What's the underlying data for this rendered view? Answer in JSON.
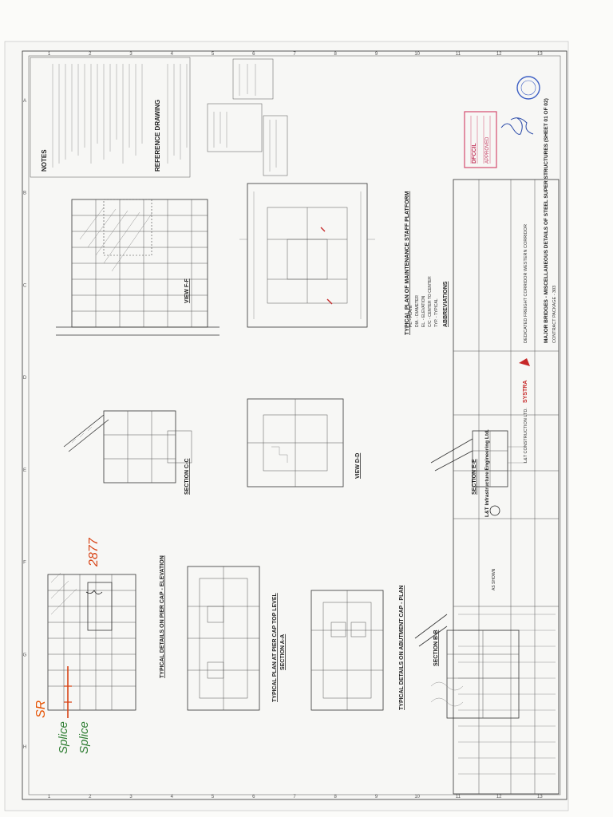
{
  "sheet": {
    "notes_heading": "NOTES",
    "reference_heading": "REFERENCE DRAWING",
    "abbreviations_heading": "ABBREVIATIONS",
    "abbreviations": [
      "TYP. - TYPICAL",
      "C/C - CENTER TO CENTER",
      "EL. - ELEVATION",
      "DIA. - DIAMETER",
      "PL. - PLATE"
    ],
    "views": {
      "view_ff": "VIEW F-F",
      "staff_platform": "TYPICAL PLAN OF MAINTENANCE STAFF PLATFORM",
      "section_cc": "SECTION C-C",
      "view_dd": "VIEW D-D",
      "section_ee": "SECTION E-E",
      "pier_elevation": "TYPICAL DETAILS ON PIER CAP - ELEVATION",
      "pier_plan": "TYPICAL PLAN AT PIER CAP TOP LEVEL",
      "section_aa": "SECTION A-A",
      "abutment_plan": "TYPICAL DETAILS ON ABUTMENT CAP - PLAN",
      "section_bb": "SECTION B-B"
    },
    "title_block": {
      "project": "DEDICATED FREIGHT CORRIDOR WESTERN CORRIDOR",
      "drawing_title": "MAJOR BRIDGES - MISCELLANEOUS DETAILS OF STEEL SUPER STRUCTURES (SHEET 01 OF 02)",
      "contract": "CONTRACT PACKAGE - 303",
      "contractor": "L&T CONSTRUCTION LTD.",
      "consultant": "SYSTRA",
      "logo_text": "L&T Infrastructure Engineering Ltd.",
      "scale": "AS SHOWN"
    },
    "stamp": {
      "title": "DFCCIL",
      "status": "APPROVED"
    },
    "handwritten": {
      "red_number": "2877",
      "green_note_1": "SR",
      "green_note_2": "Splice",
      "green_note_3": "Splice"
    },
    "grid_numbers": [
      "1",
      "2",
      "3",
      "4",
      "5",
      "6",
      "7",
      "8",
      "9",
      "10",
      "11",
      "12",
      "13"
    ],
    "grid_letters": [
      "A",
      "B",
      "C",
      "D",
      "E",
      "F",
      "G",
      "H"
    ]
  }
}
